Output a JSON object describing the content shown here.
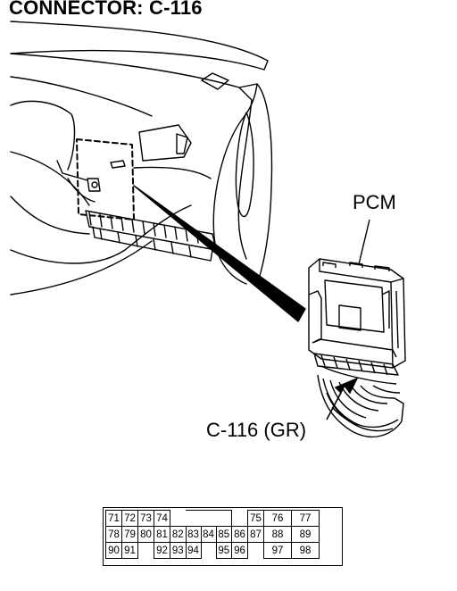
{
  "title": "CONNECTOR: C-116",
  "labels": {
    "pcm": "PCM",
    "connector": "C-116 (GR)"
  },
  "pin_rows": [
    [
      "71",
      "72",
      "73",
      "74",
      "",
      "",
      "",
      "",
      "",
      "75",
      "76",
      "77"
    ],
    [
      "78",
      "79",
      "80",
      "81",
      "82",
      "83",
      "84",
      "85",
      "86",
      "87",
      "88",
      "89"
    ],
    [
      "90",
      "91",
      "",
      "92",
      "93",
      "94",
      "",
      "95",
      "96",
      "",
      "97",
      "98"
    ]
  ],
  "icons": [
    "dashboard-outline",
    "pcm-module",
    "connector-arrow"
  ]
}
